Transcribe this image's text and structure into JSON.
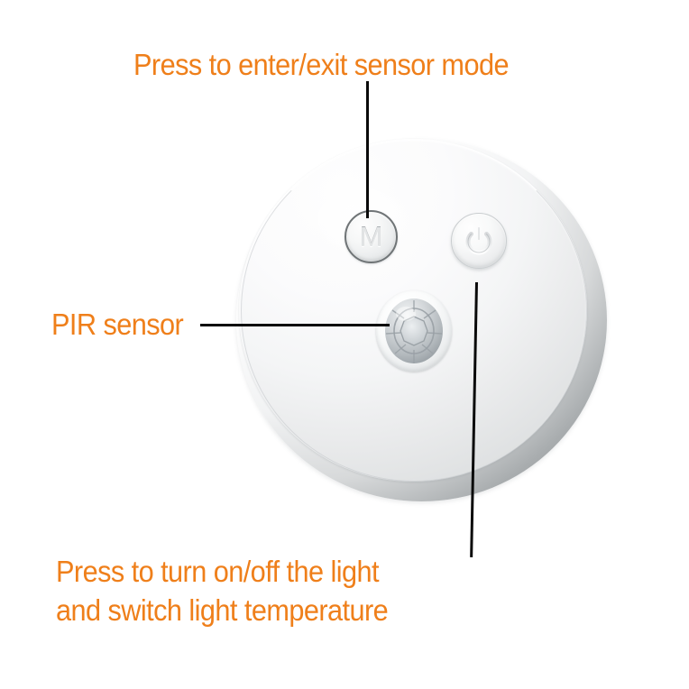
{
  "image": {
    "subject": "ceiling mounted round PIR motion sensor night light",
    "background_color": "#ffffff",
    "annotation_color": "#ef7f1a",
    "leader_line_color": "#0a0a0a"
  },
  "annotations": [
    {
      "id": "mode",
      "label": "Press to enter/exit sensor mode",
      "target": "mode-button",
      "leader": "vertical-line-down"
    },
    {
      "id": "pir",
      "label": "PIR sensor",
      "target": "pir-sensor",
      "leader": "horizontal-line-right"
    },
    {
      "id": "power",
      "label_line1": "Press to turn on/off the light",
      "label_line2": "and switch light temperature",
      "target": "power-button",
      "leader": "vertical-line-up"
    }
  ],
  "device": {
    "shape": "circle",
    "body_color": "#f4f5f6",
    "rim_color": "#8d9294",
    "controls": [
      {
        "name": "mode-button",
        "glyph": "M",
        "shape": "circle",
        "outline_color": "#6f7476",
        "function": "enter/exit sensor mode"
      },
      {
        "name": "power-button",
        "glyph": "power-symbol",
        "shape": "circle",
        "outline_color": "#c9cdcf",
        "function": "turn on/off the light and switch light temperature"
      },
      {
        "name": "pir-sensor",
        "glyph": "faceted-fresnel-dome",
        "shape": "circle",
        "lens_color": "#b9bec2",
        "function": "passive infrared motion detection"
      }
    ]
  }
}
